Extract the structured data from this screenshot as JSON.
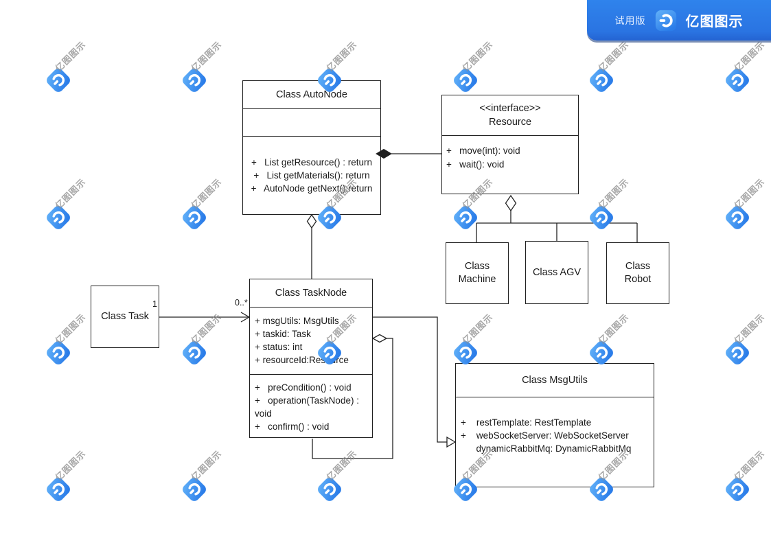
{
  "badge": {
    "trial_label": "试用版",
    "brand": "亿图图示"
  },
  "watermark": {
    "text": "亿图图示"
  },
  "labels": {
    "task_end": "1",
    "tasknode_end": "0..*"
  },
  "classes": {
    "autonode": {
      "title": "Class AutoNode",
      "methods": [
        "+   List getResource() : return",
        "+   List getMaterials(): return",
        "+   AutoNode getNext():return"
      ]
    },
    "resource": {
      "stereotype": "<<interface>>",
      "title": "Resource",
      "methods": [
        "+   move(int): void",
        "+   wait(): void"
      ]
    },
    "machine": {
      "title": "Class Machine"
    },
    "agv": {
      "title": "Class AGV"
    },
    "robot": {
      "title": "Class Robot"
    },
    "task": {
      "title": "Class Task"
    },
    "tasknode": {
      "title": "Class TaskNode",
      "attributes": [
        "+ msgUtils: MsgUtils",
        "+ taskid: Task",
        "+ status: int",
        "+ resourceId:Resource"
      ],
      "methods": [
        "+   preCondition() : void",
        "+   operation(TaskNode) :",
        "void",
        "+   confirm() : void"
      ]
    },
    "msgutils": {
      "title": "Class MsgUtils",
      "attributes": [
        "+    restTemplate: RestTemplate",
        "+    webSocketServer: WebSocketServer",
        "      dynamicRabbitMq: DynamicRabbitMq"
      ]
    }
  },
  "colors": {
    "badge_blue": "#2b7de9",
    "logo_blue_light": "#5cb0f8",
    "logo_blue_dark": "#2b7de9",
    "watermark_gray": "#8f8f8f",
    "line_black": "#222222"
  }
}
